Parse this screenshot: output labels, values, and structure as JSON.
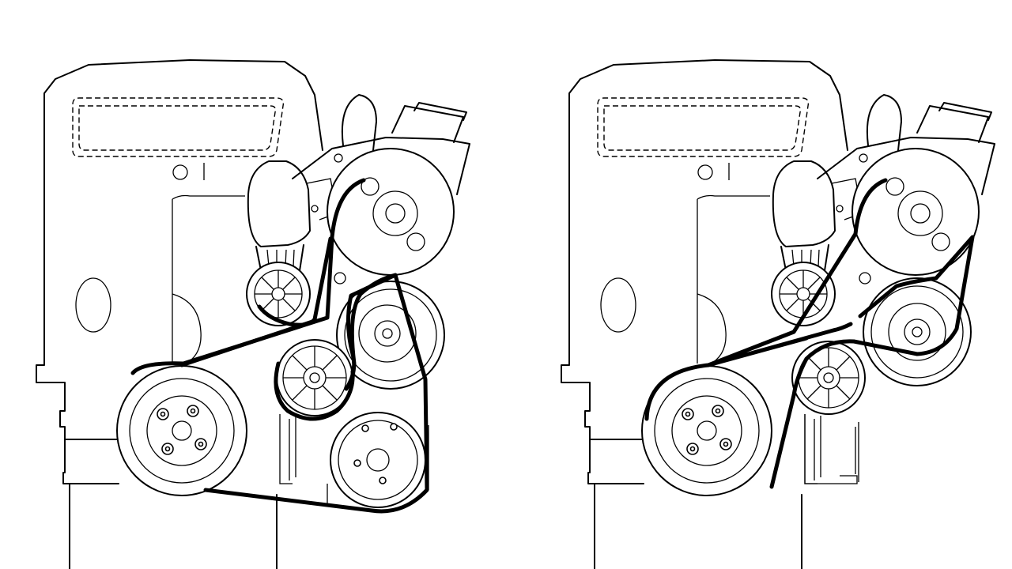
{
  "figure": {
    "panels": [
      {
        "id": "left",
        "belt": "accessory-belt-with-air-conditioning-compressor"
      },
      {
        "id": "right",
        "belt": "accessory-belt-without-air-conditioning-compressor"
      }
    ],
    "colors": {
      "line": "#000000",
      "background": "#ffffff"
    }
  }
}
